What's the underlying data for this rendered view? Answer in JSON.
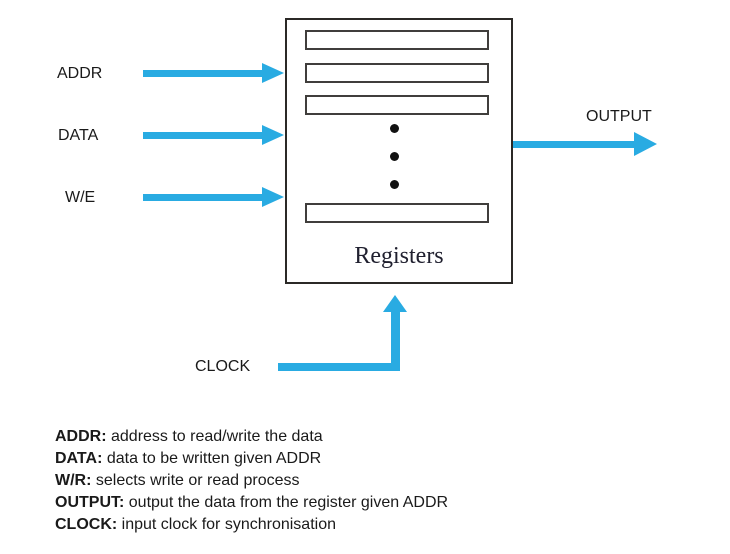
{
  "diagram": {
    "box_label": "Registers",
    "inputs": [
      {
        "label": "ADDR"
      },
      {
        "label": "DATA"
      },
      {
        "label": "W/E"
      }
    ],
    "output_label": "OUTPUT",
    "clock_label": "CLOCK",
    "register_slot_count": 4,
    "ellipsis_dot_count": 3
  },
  "legend": {
    "items": [
      {
        "term": "ADDR:",
        "desc": " address to read/write the data"
      },
      {
        "term": "DATA:",
        "desc": " data to be written given ADDR"
      },
      {
        "term": "W/R:",
        "desc": " selects write or read process"
      },
      {
        "term": "OUTPUT:",
        "desc": " output the data from the register given ADDR"
      },
      {
        "term": "CLOCK:",
        "desc": " input clock for synchronisation"
      }
    ]
  },
  "colors": {
    "arrow_blue": "#29ABE2",
    "box_border": "#2B2926",
    "text": "#1A1A1A",
    "registers_label": "#20202F"
  }
}
